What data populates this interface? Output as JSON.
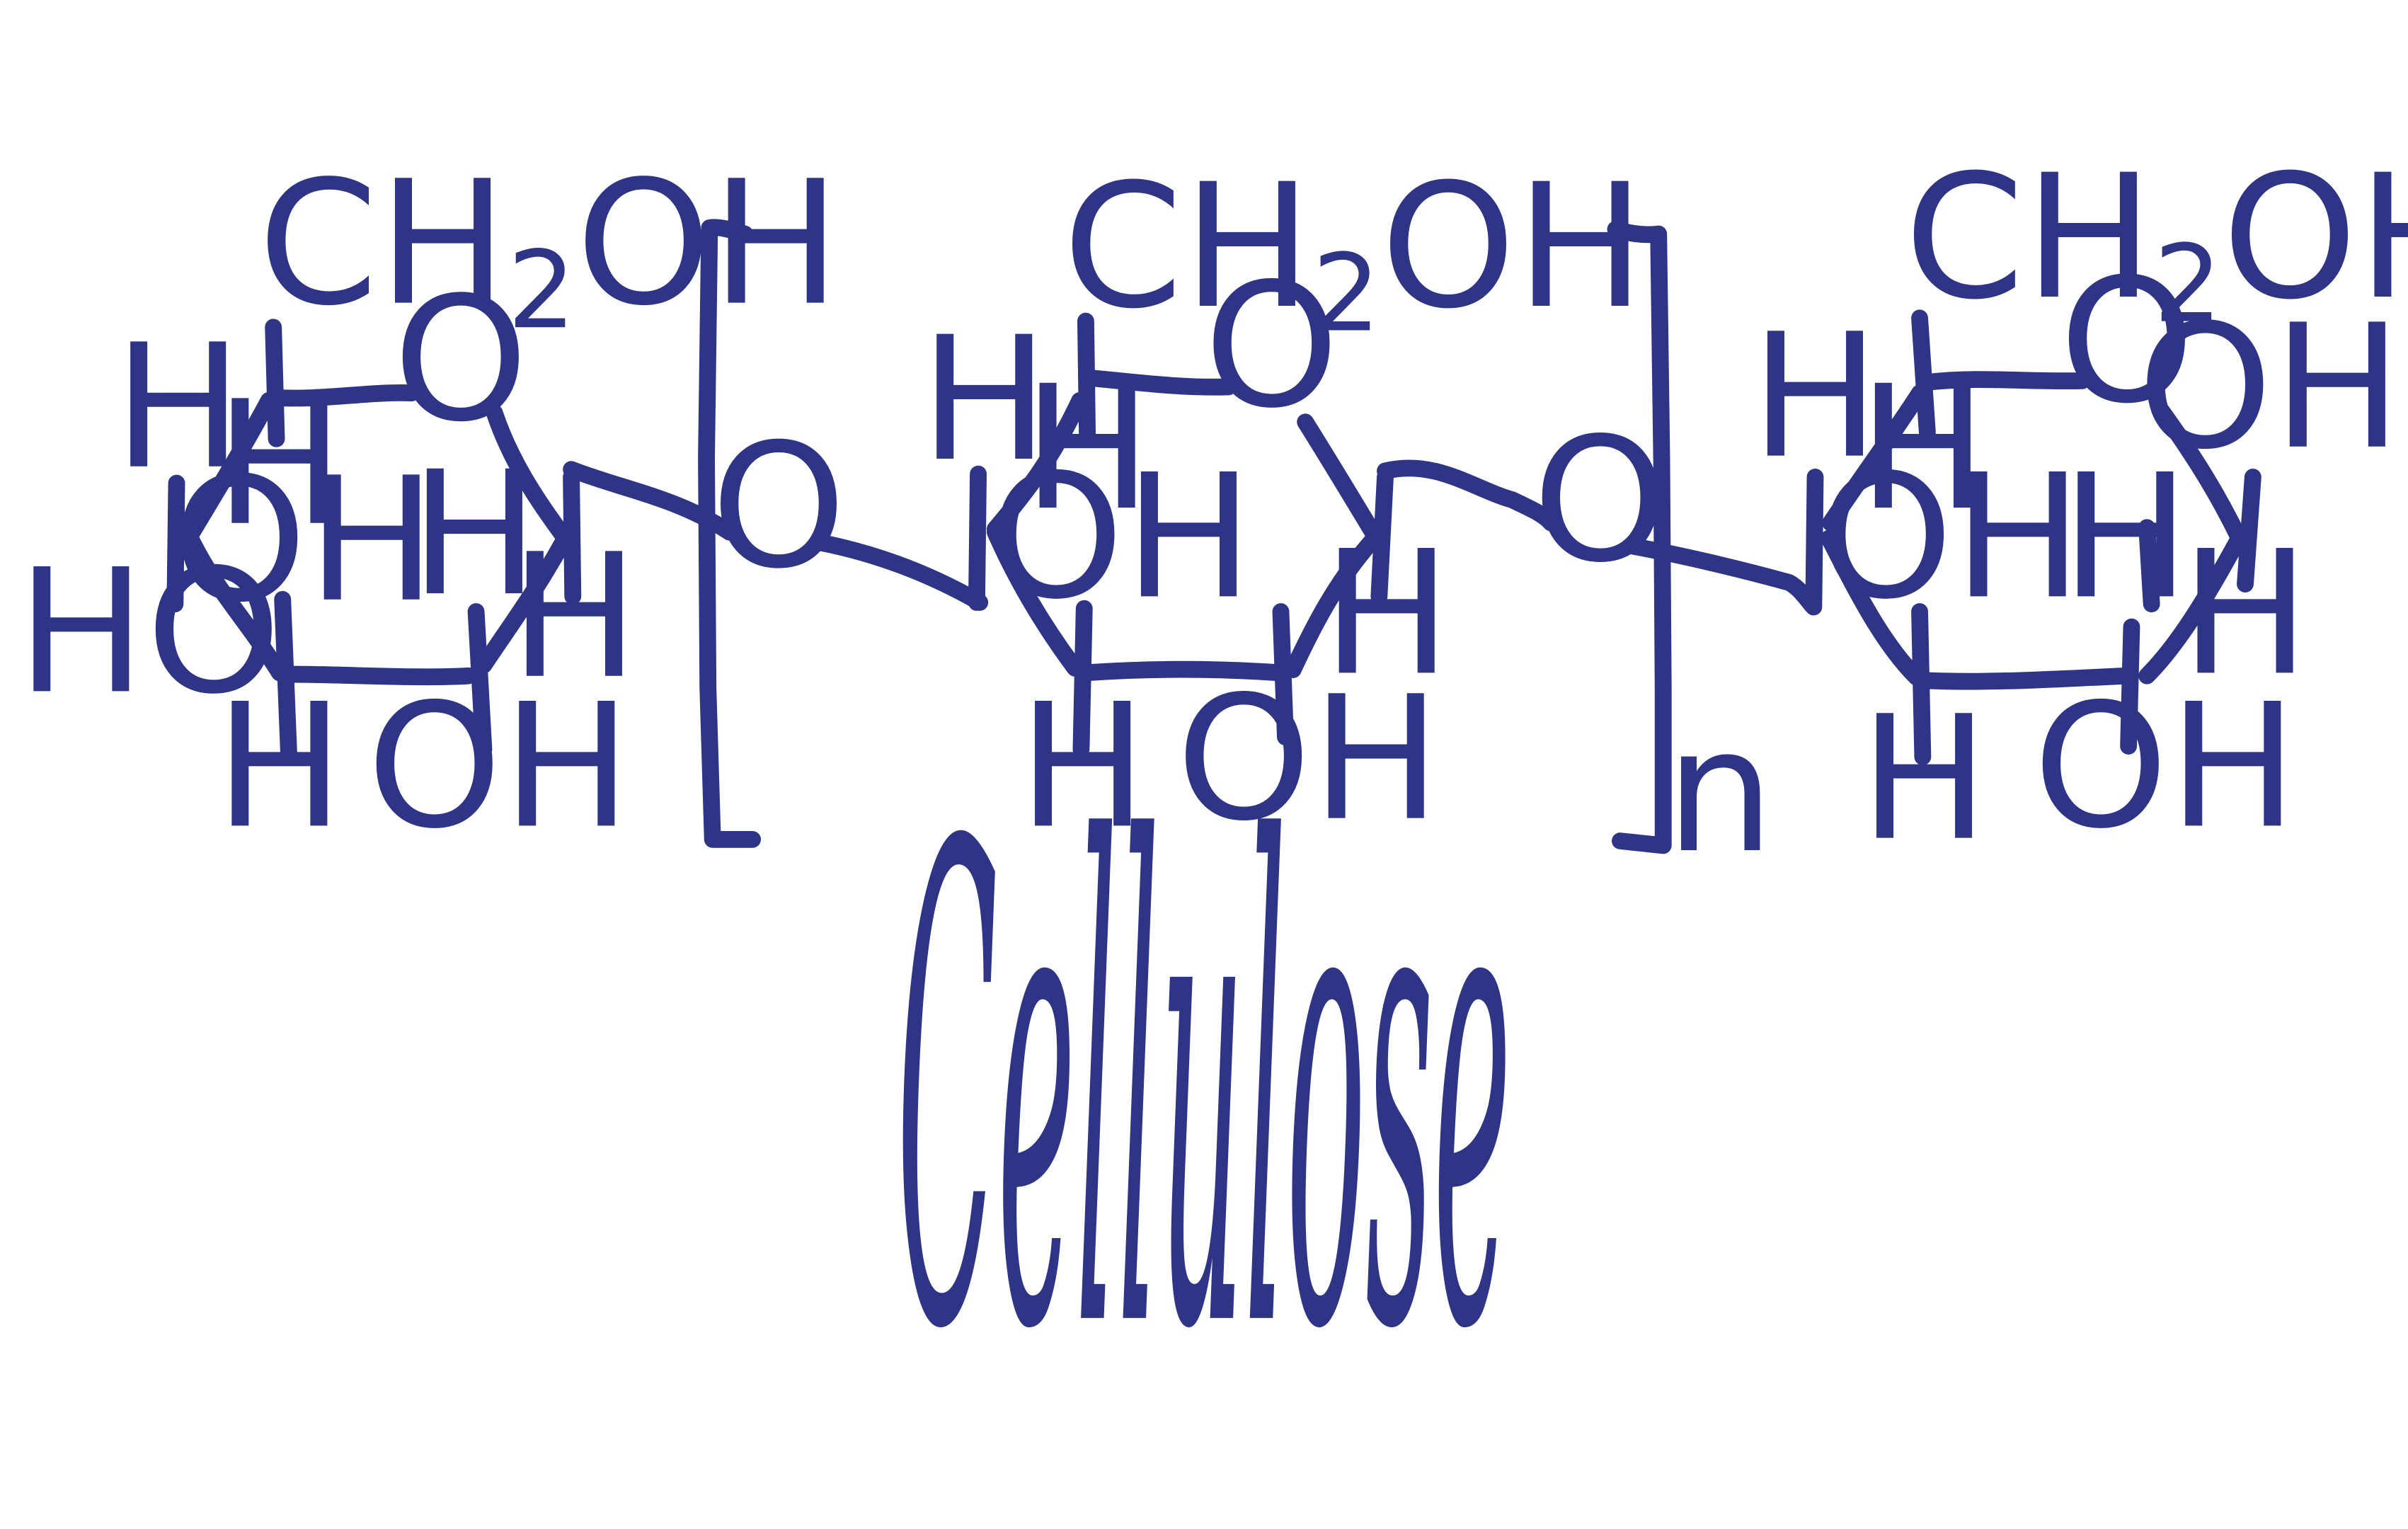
{
  "diagram": {
    "title": "Cellulose",
    "ink_color": "#2e3586",
    "repeat_subscript": "n",
    "rings": [
      {
        "ring_oxygen": "O",
        "top_group": {
          "main": "CH",
          "sub": "2",
          "tail": "OH"
        },
        "labels": {
          "c5_h": "H",
          "c4_h": "H",
          "c4_oh": "OH",
          "c4_ho": "HO",
          "c3_h": "H",
          "c2_h": "H",
          "c2_oh": "OH",
          "c1_h": "H"
        }
      },
      {
        "ring_oxygen": "O",
        "top_group": {
          "main": "CH",
          "sub": "2",
          "tail": "OH"
        },
        "labels": {
          "c5_h": "H",
          "c4_h": "H",
          "c4_oh": "OH",
          "c3_h": "H",
          "c2_h": "H",
          "c2_oh": "OH",
          "c1_h": "H"
        }
      },
      {
        "ring_oxygen": "O",
        "top_group": {
          "main": "CH",
          "sub": "2",
          "tail": "OH"
        },
        "labels": {
          "c5_h": "H",
          "c4_h": "H",
          "c4_oh": "OH",
          "c3_h": "H",
          "c2_h": "H",
          "c2_oh": "OH",
          "c1_oh": "OH",
          "c1_h": "H"
        }
      }
    ],
    "bridges": [
      {
        "atom": "O"
      },
      {
        "atom": "O"
      }
    ]
  }
}
